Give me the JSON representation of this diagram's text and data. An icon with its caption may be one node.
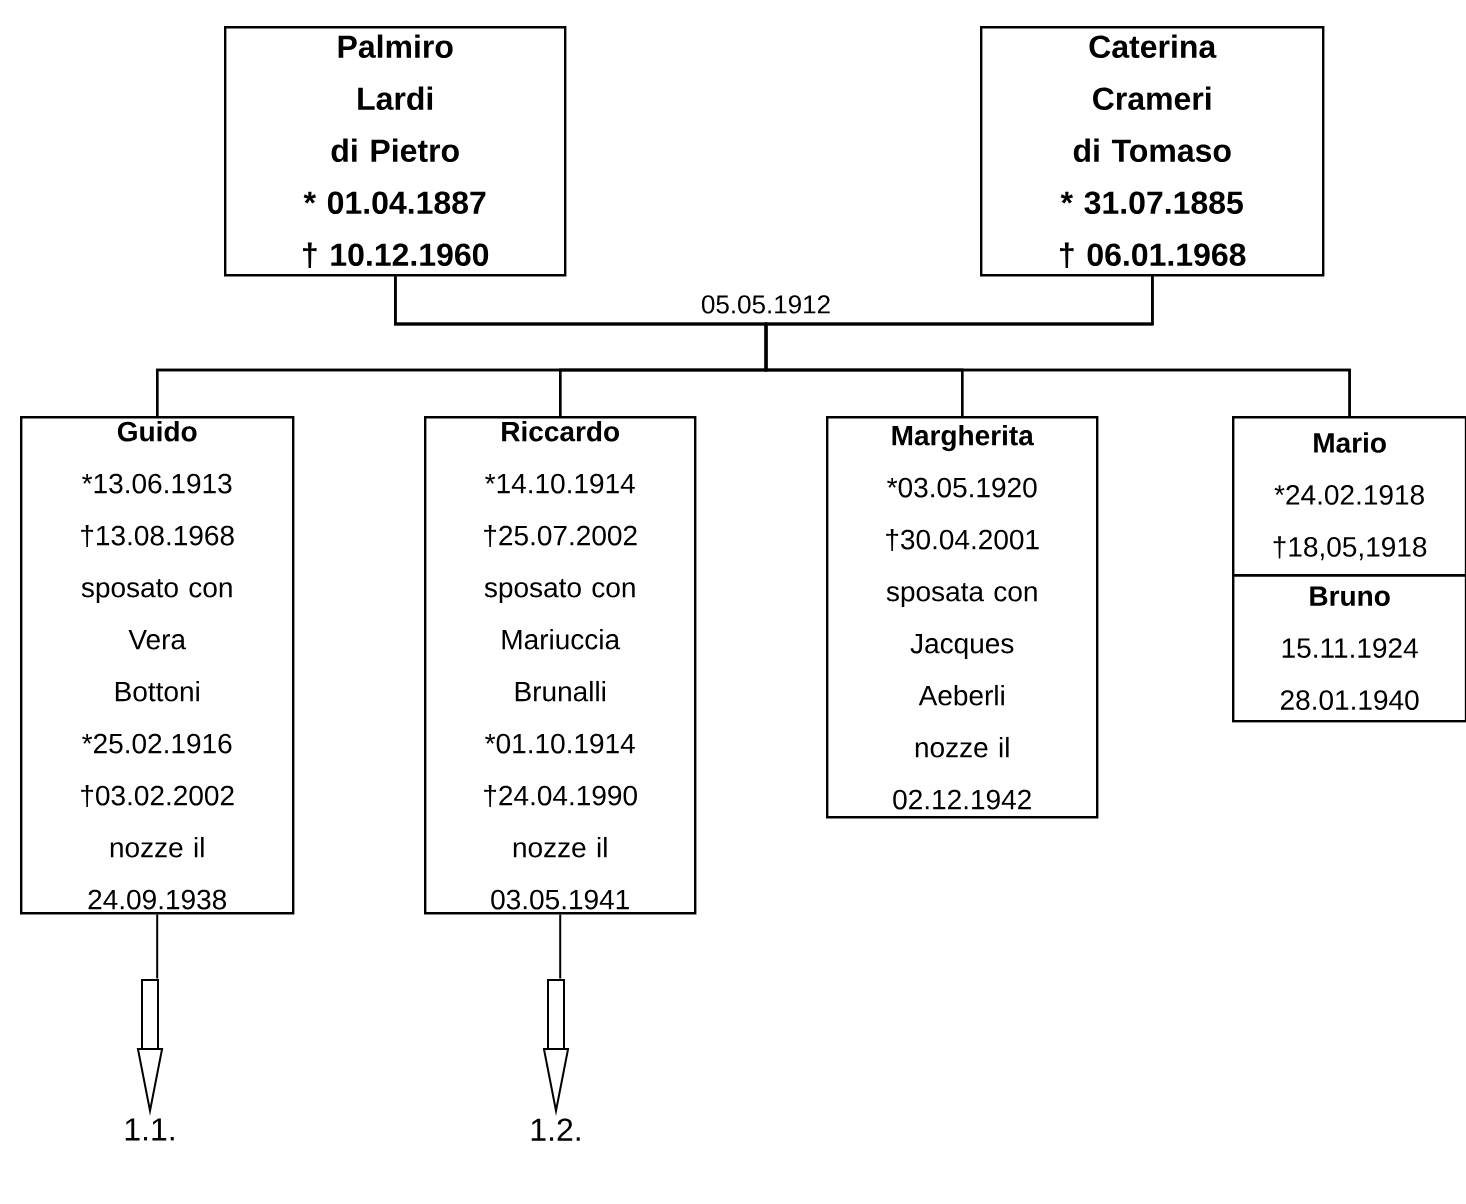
{
  "diagram": {
    "nodes": [
      {
        "text": [
          "Palmiro",
          "Lardi",
          "di  Pietro",
          "*   01.04.1887",
          "†  10.12.1960"
        ]
      },
      {
        "text": [
          "Caterina",
          "Crameri",
          "di  Tomaso",
          "*  31.07.1885",
          "†  06.01.1968"
        ]
      },
      {
        "text": [
          "Guido",
          "*13.06.1913",
          "†13.08.1968",
          "sposato con",
          "Vera",
          "Bottoni",
          "*25.02.1916",
          "†03.02.2002",
          "nozze il",
          "24.09.1938"
        ]
      },
      {
        "text": [
          "Riccardo",
          "*14.10.1914",
          "†25.07.2002",
          "sposato con",
          "Mariuccia",
          "Brunalli",
          "*01.10.1914",
          "†24.04.1990",
          "nozze il",
          "03.05.1941"
        ]
      },
      {
        "text": [
          "Margherita",
          "*03.05.1920",
          "†30.04.2001",
          "sposata con",
          "Jacques",
          "Aeberli",
          "nozze il",
          "02.12.1942"
        ]
      },
      {
        "text": [
          "Mario",
          "*24.02.1918",
          "†18,05,1918"
        ]
      },
      {
        "text": [
          "Bruno",
          "15.11.1924",
          "28.01.1940"
        ]
      },
      {
        "text": [
          "1.1."
        ]
      },
      {
        "text": [
          "1.2."
        ]
      }
    ],
    "edges": [
      {
        "from": 0,
        "to": 2,
        "arrow": "none"
      },
      {
        "from": 0,
        "to": 3,
        "arrow": "none"
      },
      {
        "from": 0,
        "to": 4,
        "arrow": "none"
      },
      {
        "from": 0,
        "to": 5,
        "arrow": "none"
      },
      {
        "from": 1,
        "to": 2,
        "arrow": "none"
      },
      {
        "from": 1,
        "to": 3,
        "arrow": "none"
      },
      {
        "from": 1,
        "to": 4,
        "arrow": "none"
      },
      {
        "from": 1,
        "to": 5,
        "arrow": "none"
      },
      {
        "from": 2,
        "to": 7,
        "arrow": "to"
      },
      {
        "from": 3,
        "to": 8,
        "arrow": "to"
      }
    ],
    "labels": [
      "05.05.1912"
    ]
  }
}
